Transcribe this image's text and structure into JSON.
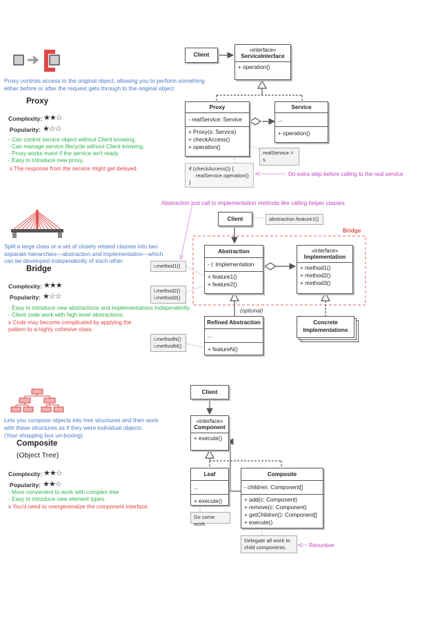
{
  "proxy": {
    "description": "Proxy controls access to the original object, allowing you to perform something either before or after the request gets through to the original object",
    "title": "Proxy",
    "complexity_label": "Complexity:",
    "complexity_stars": "★★☆",
    "complexity": 2,
    "popularity_label": "Popularity:",
    "popularity_stars": "★☆☆",
    "popularity": 1,
    "pros": [
      "- Can control service object without Client knowing.",
      "- Can manage service lifecycle without Client knowing.",
      "- Proxy works event if the service isn't ready.",
      "- Easy to introduce new proxy."
    ],
    "cons": [
      "x The response from the service might get delayed."
    ],
    "diagram": {
      "client": "Client",
      "interface_stereo": "«interface»",
      "interface_name": "ServiceInterface",
      "interface_method": "+ operation()",
      "proxy_name": "Proxy",
      "proxy_field": "- realService: Service",
      "proxy_methods": [
        "+ Proxy(s: Service)",
        "+ checkAccess()",
        "+ operation()"
      ],
      "service_name": "Service",
      "service_field": "...",
      "service_method": "+ operation()",
      "note_assign": "realService = s",
      "code_lines": [
        "if (checkAccess()) {",
        "realService.operation()",
        "}"
      ],
      "side_note": "Do extra step before calling to the real service"
    }
  },
  "bridge": {
    "top_note": "Abstraction just call to implementation methods like calling helper classes.",
    "description": "Split a large class or a set of closely related classes into two separate hierarchies—abstraction and implementation—which can be developed independently of each other.",
    "title": "Bridge",
    "complexity_label": "Complexity:",
    "complexity_stars": "★★★",
    "complexity": 3,
    "popularity_label": "Popularity:",
    "popularity_stars": "★☆☆",
    "popularity": 1,
    "pros": [
      "- Easy to introduce new abstractions and implementations independently.",
      "- Client code work with high-level abstractions."
    ],
    "cons": [
      "x Code may become complicated by applying the pattern to a highly cohesive class."
    ],
    "diagram": {
      "client": "Client",
      "client_note": "abstraction.feature1()",
      "bridge_label": "Bridge",
      "abstraction_name": "Abstraction",
      "abstraction_field": "- i: Implementation",
      "abstraction_methods": [
        "+ feature1()",
        "+ feature2()"
      ],
      "impl_stereo": "«interface»",
      "impl_name": "Implementation",
      "impl_methods": [
        "+ method1()",
        "+ method2()",
        "+ method3()"
      ],
      "refined_name": "Refined Abstraction",
      "refined_field": "...",
      "refined_method": "+ featureN()",
      "concrete_name": "Concrete Implementations",
      "optional_label": "(optional)",
      "note1": "i.method1()",
      "note2": [
        "i.method2()",
        "i.method3()"
      ],
      "note3": [
        "i.methodN()",
        "i.methodM()"
      ]
    }
  },
  "composite": {
    "description": "Lets you compose objects into tree structures and then work with these structures as if they were individual objects.",
    "description2": "(Your shopping box un-boxing)",
    "title": "Composite",
    "subtitle": "(Object Tree)",
    "complexity_label": "Complexity:",
    "complexity_stars": "★★☆",
    "complexity": 2,
    "popularity_label": "Popularity:",
    "popularity_stars": "★★☆",
    "popularity": 2,
    "pros": [
      "- More convenient to work with complex tree",
      "- Easy to introduce new element types."
    ],
    "cons": [
      "x You'd need to overgeneralize the component interface."
    ],
    "diagram": {
      "client": "Client",
      "component_stereo": "«interface»",
      "component_name": "Component",
      "component_method": "+ execute()",
      "leaf_name": "Leaf",
      "leaf_field": "...",
      "leaf_method": "+ execute()",
      "leaf_note": "Do some work.",
      "composite_name": "Composite",
      "composite_field": "- children: Component[]",
      "composite_methods": [
        "+ add(c: Component)",
        "+ remove(c: Component)",
        "+ getChildren(): Component[]",
        "+ execute()"
      ],
      "composite_note": [
        "Delegate all work to",
        "child components."
      ],
      "recursive_label": "Recursive"
    }
  }
}
